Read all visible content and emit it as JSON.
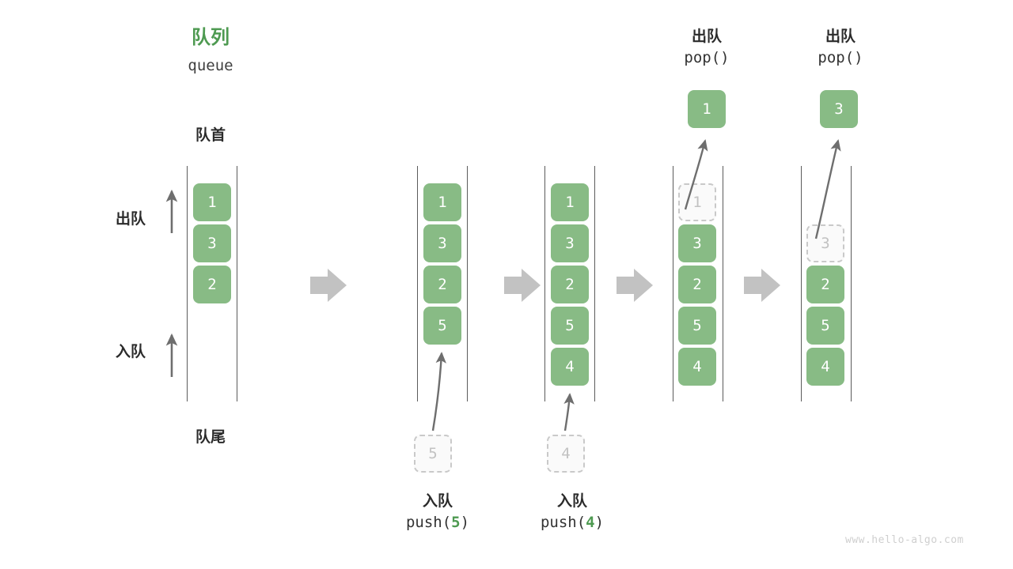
{
  "header": {
    "title_cn": "队列",
    "title_en": "queue"
  },
  "labels": {
    "front": "队首",
    "rear": "队尾",
    "dequeue": "出队",
    "enqueue": "入队"
  },
  "watermark": "www.hello-algo.com",
  "colors": {
    "accent_green": "#4e9a51",
    "cell_green": "#88bb85",
    "rail_gray": "#5b5b5b",
    "arrow_gray": "#8e8e8e",
    "ghost_border": "#c9c9c9",
    "text_dark": "#2b2b2b"
  },
  "steps": [
    {
      "id": "initial",
      "cells": [
        "1",
        "3",
        "2"
      ],
      "ghost_top": null,
      "incoming": null,
      "popped": null,
      "caption_cn": null,
      "caption_code": null
    },
    {
      "id": "push-5",
      "cells": [
        "1",
        "3",
        "2",
        "5"
      ],
      "ghost_top": null,
      "incoming": "5",
      "popped": null,
      "caption_cn": "入队",
      "caption_code_prefix": "push(",
      "caption_code_arg": "5",
      "caption_code_suffix": ")"
    },
    {
      "id": "push-4",
      "cells": [
        "1",
        "3",
        "2",
        "5",
        "4"
      ],
      "ghost_top": null,
      "incoming": "4",
      "popped": null,
      "caption_cn": "入队",
      "caption_code_prefix": "push(",
      "caption_code_arg": "4",
      "caption_code_suffix": ")"
    },
    {
      "id": "pop-1",
      "cells": [
        "3",
        "2",
        "5",
        "4"
      ],
      "ghost_top": "1",
      "incoming": null,
      "popped": "1",
      "caption_cn": "出队",
      "caption_code": "pop()"
    },
    {
      "id": "pop-3",
      "cells": [
        "2",
        "5",
        "4"
      ],
      "ghost_top": "3",
      "incoming": null,
      "popped": "3",
      "caption_cn": "出队",
      "caption_code": "pop()"
    }
  ],
  "transitions": [
    "arrow",
    "arrow",
    "arrow",
    "arrow"
  ]
}
